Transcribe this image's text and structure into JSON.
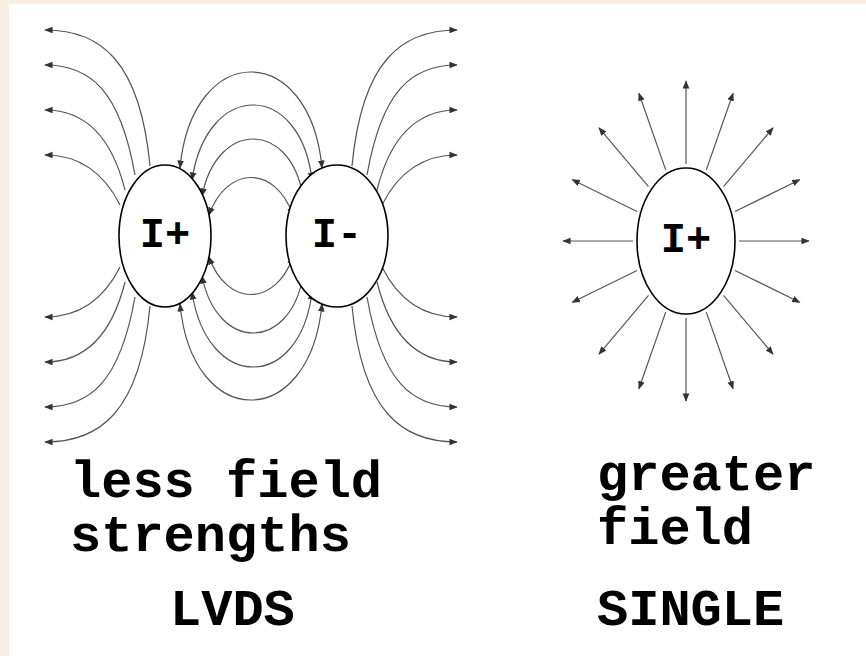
{
  "diagram": {
    "nodes": [
      {
        "text": [
          "I+"
        ]
      },
      {
        "text": [
          "I-"
        ]
      },
      {
        "text": [
          "I+"
        ]
      }
    ],
    "labels": [
      "less field strengths",
      "LVDS",
      "greater field",
      "SINGLE"
    ]
  }
}
